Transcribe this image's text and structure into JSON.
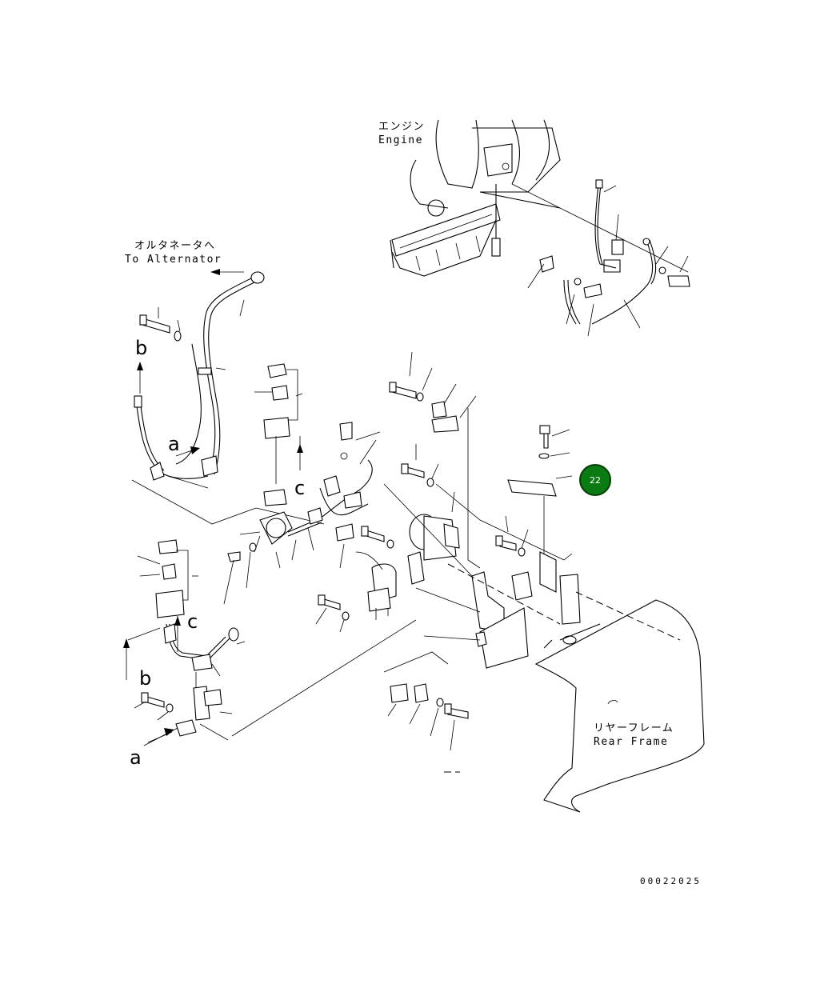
{
  "labels": {
    "engine_jp": "エンジン",
    "engine_en": "Engine",
    "alternator_jp": "オルタネータへ",
    "alternator_en": "To Alternator",
    "rear_frame_jp": "リヤーフレーム",
    "rear_frame_en": "Rear Frame",
    "ref_a_top": "a",
    "ref_a_bottom": "a",
    "ref_b_top": "b",
    "ref_b_bottom": "b",
    "ref_c_top": "c",
    "ref_c_bottom": "c",
    "drawing_number": "00022025"
  },
  "callout": {
    "number": "22",
    "color": "#0a7a12",
    "ring_color": "#063d08"
  }
}
